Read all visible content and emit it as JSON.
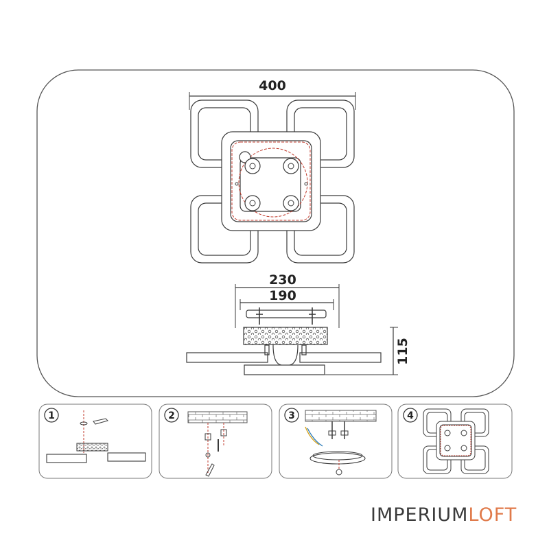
{
  "colors": {
    "line": "#444444",
    "accent_red": "#c0392b",
    "brand_accent": "#e07a4a",
    "panel_stroke": "#777777"
  },
  "dimensions": {
    "top_width": "400",
    "base_width": "230",
    "mount_width": "190",
    "height": "115"
  },
  "steps": [
    {
      "number": "1"
    },
    {
      "number": "2"
    },
    {
      "number": "3"
    },
    {
      "number": "4"
    }
  ],
  "brand": {
    "main": "IMPERIUM",
    "accent": "LOFT"
  }
}
